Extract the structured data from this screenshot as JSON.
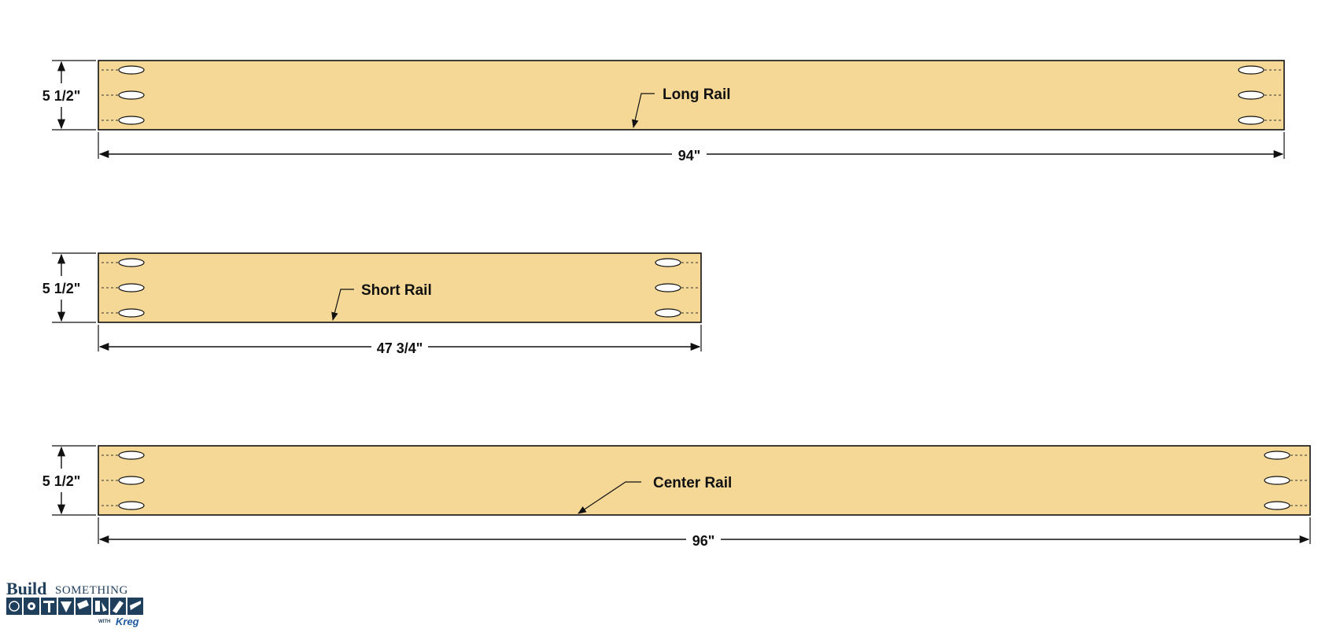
{
  "colors": {
    "board": "#f5d896",
    "ink": "#111111",
    "logo": "#1f3f5c",
    "kreg": "#1f5aa0"
  },
  "rails": [
    {
      "label": "Long Rail",
      "length_text": "94\"",
      "width_text": "5 1/2\"",
      "length_in": 94,
      "width_in": 5.5
    },
    {
      "label": "Short Rail",
      "length_text": "47 3/4\"",
      "width_text": "5 1/2\"",
      "length_in": 47.75,
      "width_in": 5.5
    },
    {
      "label": "Center Rail",
      "length_text": "96\"",
      "width_text": "5 1/2\"",
      "length_in": 96,
      "width_in": 5.5
    }
  ],
  "logo": {
    "build": "Build",
    "something": "SOMETHING",
    "with": "WITH",
    "kreg": "Kreg",
    "icons": [
      "saw-blade-icon",
      "gear-icon",
      "hammer-icon",
      "level-icon",
      "drill-icon",
      "clamp-icon",
      "roller-icon",
      "paintbrush-icon",
      "screwdriver-icon"
    ]
  }
}
